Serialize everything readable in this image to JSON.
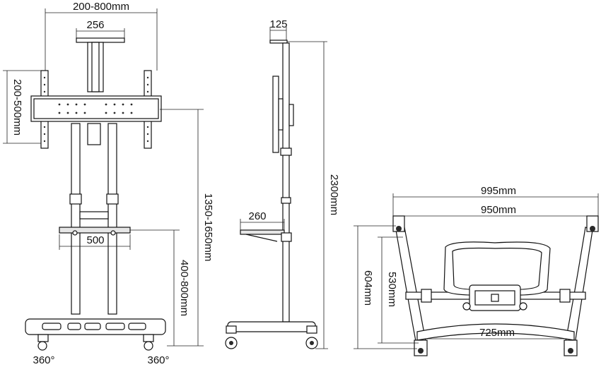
{
  "dimensions": {
    "vesa_width": "200-800mm",
    "pole_width": "256",
    "vesa_height": "200-500mm",
    "shelf_width": "500",
    "height_range": "1350-1650mm",
    "shelf_height": "400-800mm",
    "caster_left": "360°",
    "caster_right": "360°",
    "top_depth": "125",
    "total_height": "2300mm",
    "shelf_depth": "260",
    "base_outer": "995mm",
    "base_inner": "950mm",
    "base_height": "604mm",
    "base_arm": "530mm",
    "base_bottom": "725mm"
  }
}
